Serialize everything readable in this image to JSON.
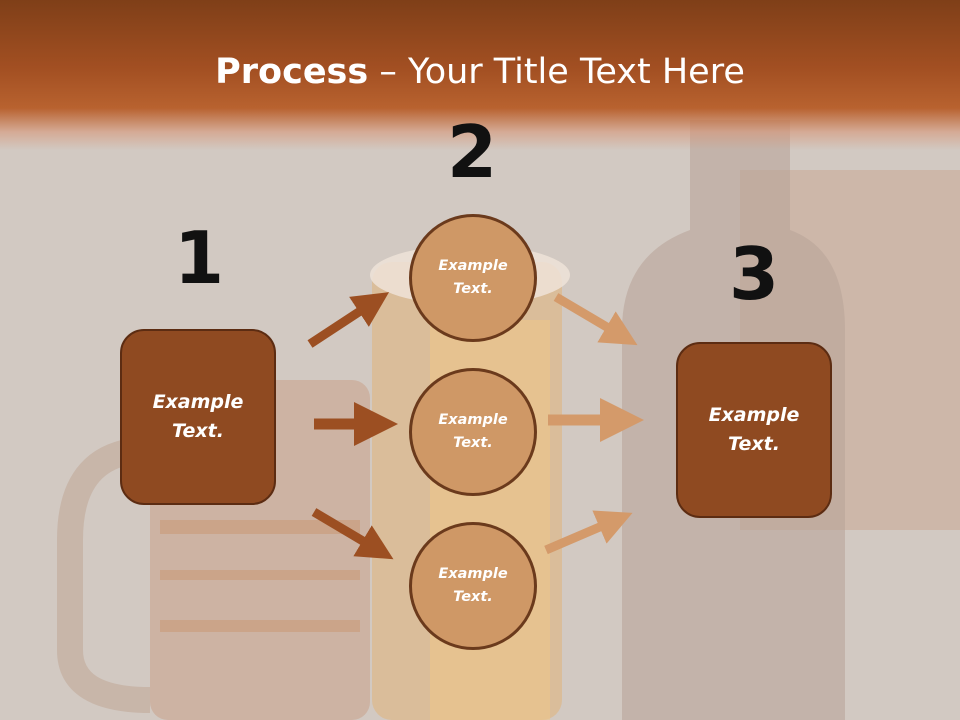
{
  "title": {
    "bold": "Process",
    "rest": " – Your Title Text Here"
  },
  "steps": [
    {
      "number": "1",
      "label": "Example Text."
    },
    {
      "number": "2",
      "label": ""
    },
    {
      "number": "3",
      "label": "Example Text."
    }
  ],
  "circles": [
    {
      "label": "Example Text."
    },
    {
      "label": "Example Text."
    },
    {
      "label": "Example Text."
    }
  ],
  "colors": {
    "header": "#a24f22",
    "box_fill": "#8f4a21",
    "circle_fill": "#cf9866",
    "arrow_dark": "#9c4f22",
    "arrow_light": "#d49a6a"
  }
}
